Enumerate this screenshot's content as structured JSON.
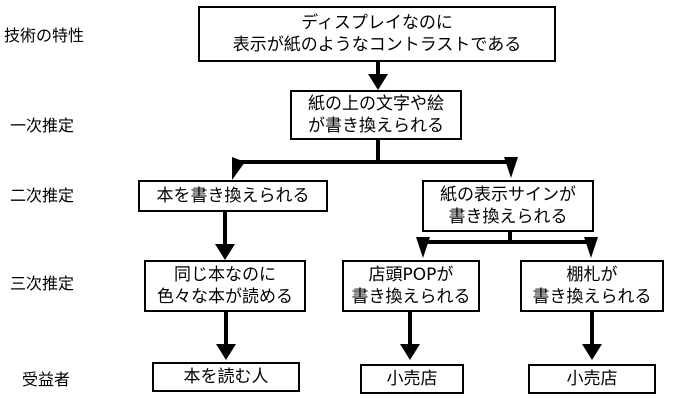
{
  "levels": {
    "tech": "技術の特性",
    "first": "一次推定",
    "second": "二次推定",
    "third": "三次推定",
    "beneficiary": "受益者"
  },
  "nodes": {
    "tech_feature": {
      "line1": "ディスプレイなのに",
      "line2": "表示が紙のようなコントラストである"
    },
    "rewrite_paper": {
      "line1": "紙の上の文字や絵",
      "line2": "が書き換えられる"
    },
    "rewrite_book": {
      "line1": "本を書き換えられる"
    },
    "rewrite_sign": {
      "line1": "紙の表示サインが",
      "line2": "書き換えられる"
    },
    "many_books": {
      "line1": "同じ本なのに",
      "line2": "色々な本が読める"
    },
    "store_pop": {
      "line1": "店頭POPが",
      "line2": "書き換えられる"
    },
    "shelf_tag": {
      "line1": "棚札が",
      "line2": "書き換えられる"
    },
    "reader": {
      "line1": "本を読む人"
    },
    "retailer_1": {
      "line1": "小売店"
    },
    "retailer_2": {
      "line1": "小売店"
    }
  }
}
